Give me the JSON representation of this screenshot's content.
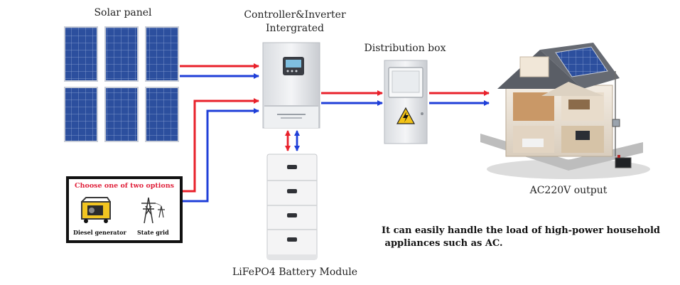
{
  "labels": {
    "solar_panel": "Solar panel",
    "controller_line1": "Controller&Inverter",
    "controller_line2": "Intergrated",
    "distribution_box": "Distribution box",
    "battery_module": "LiFePO4 Battery Module",
    "ac_output": "AC220V output"
  },
  "options_box": {
    "title": "Choose one of two options",
    "generator_caption": "Diesel generator",
    "grid_caption": "State grid"
  },
  "note": {
    "line1": "It can easily handle the load of high-power household",
    "line2": " appliances such as AC."
  },
  "colors": {
    "positive_line": "#e8212b",
    "negative_line": "#1f3fd8",
    "panel_blue": "#2c4f9e",
    "option_title": "#e0203a"
  }
}
